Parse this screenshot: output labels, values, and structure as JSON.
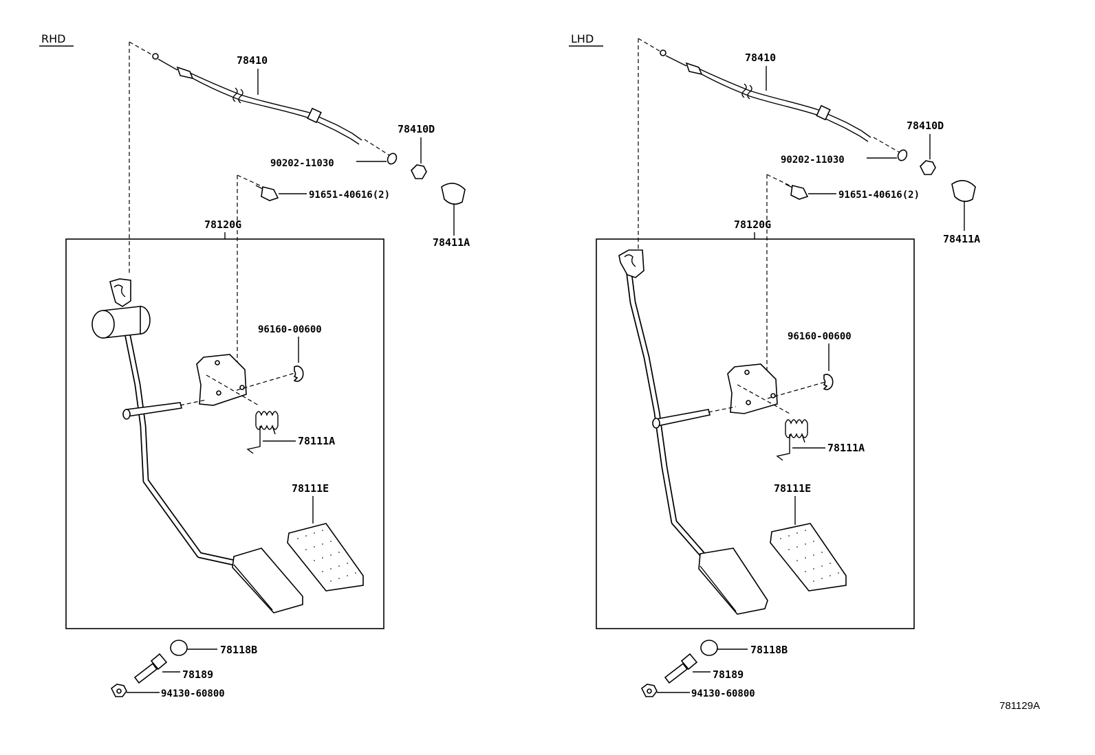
{
  "panels": {
    "rhd": {
      "header": "RHD",
      "cable": "78410",
      "grommet_clip": "78410D",
      "washer": "90202-11030",
      "bolt": "91651-40616(2)",
      "bracket_clip": "78411A",
      "pedal_assy": "78120G",
      "clip": "96160-00600",
      "spring": "78111A",
      "pedal_pad": "78111E",
      "stopper_cap": "78118B",
      "stopper_bolt": "78189",
      "nut": "94130-60800"
    },
    "lhd": {
      "header": "LHD",
      "cable": "78410",
      "grommet_clip": "78410D",
      "washer": "90202-11030",
      "bolt": "91651-40616(2)",
      "bracket_clip": "78411A",
      "pedal_assy": "78120G",
      "clip": "96160-00600",
      "spring": "78111A",
      "pedal_pad": "78111E",
      "stopper_cap": "78118B",
      "stopper_bolt": "78189",
      "nut": "94130-60800"
    }
  },
  "figure_code": "781129A"
}
